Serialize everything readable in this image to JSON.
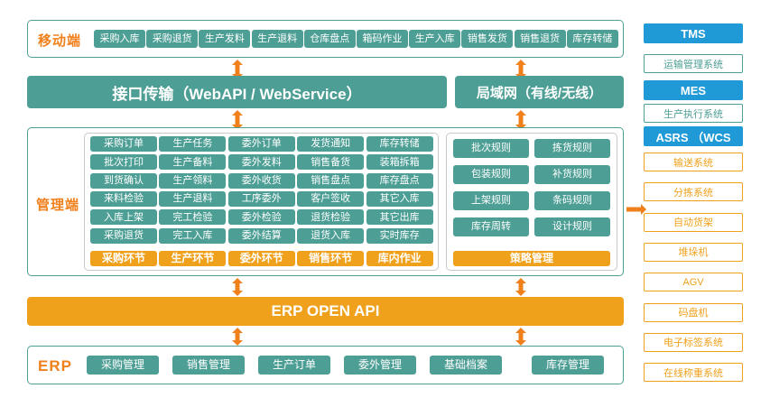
{
  "mobile": {
    "label": "移动端",
    "items": [
      "采购入库",
      "采购退货",
      "生产发料",
      "生产退料",
      "仓库盘点",
      "箱码作业",
      "生产入库",
      "销售发货",
      "销售退货",
      "库存转储"
    ]
  },
  "middle_bars": {
    "interface": "接口传输（WebAPI / WebService）",
    "lan": "局域网（有线/无线）"
  },
  "management": {
    "label": "管理端",
    "left_grid": [
      [
        "采购订单",
        "生产任务",
        "委外订单",
        "发货通知",
        "库存转储"
      ],
      [
        "批次打印",
        "生产备料",
        "委外发料",
        "销售备货",
        "装箱拆箱"
      ],
      [
        "到货确认",
        "生产领料",
        "委外收货",
        "销售盘点",
        "库存盘点"
      ],
      [
        "来料检验",
        "生产退料",
        "工序委外",
        "客户签收",
        "其它入库"
      ],
      [
        "入库上架",
        "完工检验",
        "委外检验",
        "退货检验",
        "其它出库"
      ],
      [
        "采购退货",
        "完工入库",
        "委外结算",
        "退货入库",
        "实时库存"
      ]
    ],
    "left_footer": [
      "采购环节",
      "生产环节",
      "委外环节",
      "销售环节",
      "库内作业"
    ],
    "right_grid": [
      [
        "批次规则",
        "拣货规则"
      ],
      [
        "包装规则",
        "补货规则"
      ],
      [
        "上架规则",
        "条码规则"
      ],
      [
        "库存周转",
        "设计规则"
      ]
    ],
    "right_footer": "策略管理"
  },
  "open_api": {
    "label": "ERP  OPEN API"
  },
  "erp": {
    "label": "ERP",
    "items": [
      "采购管理",
      "销售管理",
      "生产订单",
      "委外管理",
      "基础档案"
    ],
    "right_item": "库存管理"
  },
  "right_column": {
    "tms": {
      "head": "TMS",
      "sub": "运输管理系统"
    },
    "mes": {
      "head": "MES",
      "sub": "生产执行系统"
    },
    "asrs": {
      "head": "ASRS （WCS"
    },
    "items": [
      "输送系统",
      "分拣系统",
      "自动货架",
      "堆垛机",
      "AGV",
      "码盘机",
      "电子标签系统",
      "在线称重系统"
    ]
  },
  "colors": {
    "teal": "#4d9e94",
    "orange": "#f0a11c",
    "orange_text": "#f0801c",
    "blue": "#1f9ad6",
    "white": "#ffffff",
    "grey_border": "#c9c9c9"
  },
  "icons": {
    "arrow_up_down": "arrow-up-down-icon",
    "arrow_right": "arrow-right-icon"
  }
}
